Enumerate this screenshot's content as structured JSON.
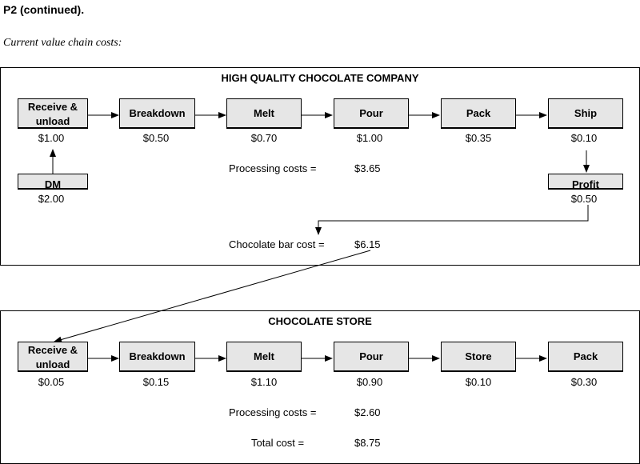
{
  "heading": "P2 (continued).",
  "subheading": "Current value chain costs:",
  "company": {
    "title": "HIGH QUALITY CHOCOLATE COMPANY",
    "steps": [
      {
        "label": "Receive & unload",
        "cost": "$1.00"
      },
      {
        "label": "Breakdown",
        "cost": "$0.50"
      },
      {
        "label": "Melt",
        "cost": "$0.70"
      },
      {
        "label": "Pour",
        "cost": "$1.00"
      },
      {
        "label": "Pack",
        "cost": "$0.35"
      },
      {
        "label": "Ship",
        "cost": "$0.10"
      }
    ],
    "dm": {
      "label": "DM",
      "cost": "$2.00"
    },
    "profit": {
      "label": "Profit",
      "cost": "$0.50"
    },
    "processing_label": "Processing costs =",
    "processing_value": "$3.65",
    "bar_cost_label": "Chocolate bar cost =",
    "bar_cost_value": "$6.15"
  },
  "store": {
    "title": "CHOCOLATE STORE",
    "steps": [
      {
        "label": "Receive & unload",
        "cost": "$0.05"
      },
      {
        "label": "Breakdown",
        "cost": "$0.15"
      },
      {
        "label": "Melt",
        "cost": "$1.10"
      },
      {
        "label": "Pour",
        "cost": "$0.90"
      },
      {
        "label": "Store",
        "cost": "$0.10"
      },
      {
        "label": "Pack",
        "cost": "$0.30"
      }
    ],
    "processing_label": "Processing costs =",
    "processing_value": "$2.60",
    "total_label": "Total cost =",
    "total_value": "$8.75"
  }
}
